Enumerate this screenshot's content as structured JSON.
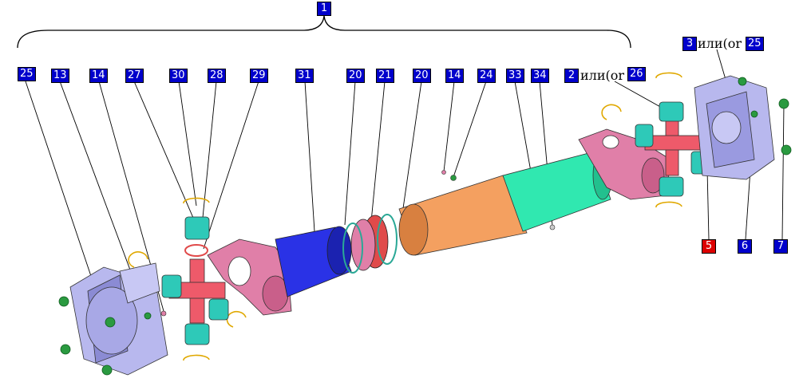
{
  "colors": {
    "callout_blue": "#0000cc",
    "callout_red": "#dd0000",
    "callout_text": "#ffffff",
    "leader": "#000000",
    "yoke": "#e07fa8",
    "flange": "#b8b8ee",
    "spider": "#ee5a6a",
    "bearing_cap": "#2ec9b8",
    "tube": "#2a32e6",
    "sleeve": "#f4a060",
    "slip_tube": "#30e8b0",
    "spline_ring": "#e04a4a",
    "seal_ring": "#2aa896",
    "circlip": "#e0a800",
    "bolt": "#2a9a40"
  },
  "callouts": [
    {
      "id": "c1",
      "label": "1"
    },
    {
      "id": "c25a",
      "label": "25"
    },
    {
      "id": "c13",
      "label": "13"
    },
    {
      "id": "c14a",
      "label": "14"
    },
    {
      "id": "c27",
      "label": "27"
    },
    {
      "id": "c30",
      "label": "30"
    },
    {
      "id": "c28",
      "label": "28"
    },
    {
      "id": "c29",
      "label": "29"
    },
    {
      "id": "c31",
      "label": "31"
    },
    {
      "id": "c20a",
      "label": "20"
    },
    {
      "id": "c21",
      "label": "21"
    },
    {
      "id": "c20b",
      "label": "20"
    },
    {
      "id": "c14b",
      "label": "14"
    },
    {
      "id": "c24",
      "label": "24"
    },
    {
      "id": "c33",
      "label": "33"
    },
    {
      "id": "c34",
      "label": "34"
    },
    {
      "id": "c2",
      "label": "2"
    },
    {
      "id": "c26",
      "label": "26"
    },
    {
      "id": "c3",
      "label": "3"
    },
    {
      "id": "c25b",
      "label": "25"
    },
    {
      "id": "c5",
      "label": "5",
      "highlighted": true
    },
    {
      "id": "c6",
      "label": "6"
    },
    {
      "id": "c7",
      "label": "7"
    }
  ],
  "alternatives": {
    "alt_2_26": "или(or",
    "alt_3_25": "или(or"
  }
}
